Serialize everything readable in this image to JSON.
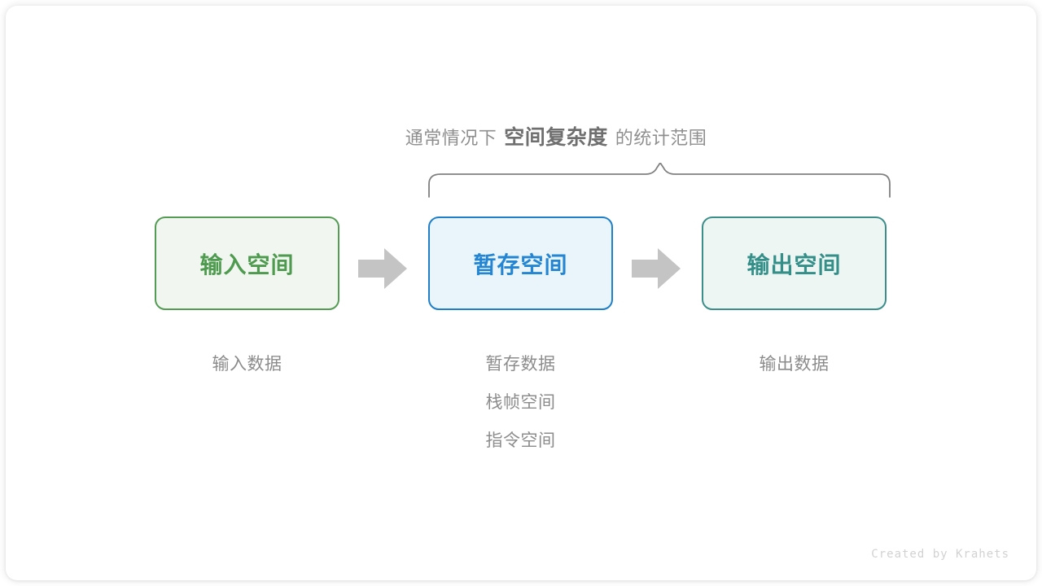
{
  "diagram": {
    "caption": {
      "prefix": "通常情况下",
      "emphasis": "空间复杂度",
      "suffix": "的统计范围"
    },
    "brace": {
      "name": "curly-brace",
      "color": "#808080",
      "spans_boxes": [
        "暂存空间",
        "输出空间"
      ]
    },
    "boxes": [
      {
        "id": "input",
        "label": "输入空间",
        "border_color": "#549c54",
        "fill_color": "#f1f7f0",
        "text_color": "#4e9a4e",
        "captions": [
          "输入数据"
        ]
      },
      {
        "id": "temp",
        "label": "暂存空间",
        "border_color": "#1f7fc8",
        "fill_color": "#e9f4fb",
        "text_color": "#2486d3",
        "captions": [
          "暂存数据",
          "栈帧空间",
          "指令空间"
        ]
      },
      {
        "id": "output",
        "label": "输出空间",
        "border_color": "#3c8e8b",
        "fill_color": "#eef6f4",
        "text_color": "#358f89",
        "captions": [
          "输出数据"
        ]
      }
    ],
    "arrows": [
      {
        "id": "arrow-1",
        "from": "input",
        "to": "temp",
        "color": "#c4c4c4"
      },
      {
        "id": "arrow-2",
        "from": "temp",
        "to": "output",
        "color": "#c4c4c4"
      }
    ],
    "credit": "Created by Krahets",
    "background_color": "#ffffff"
  }
}
